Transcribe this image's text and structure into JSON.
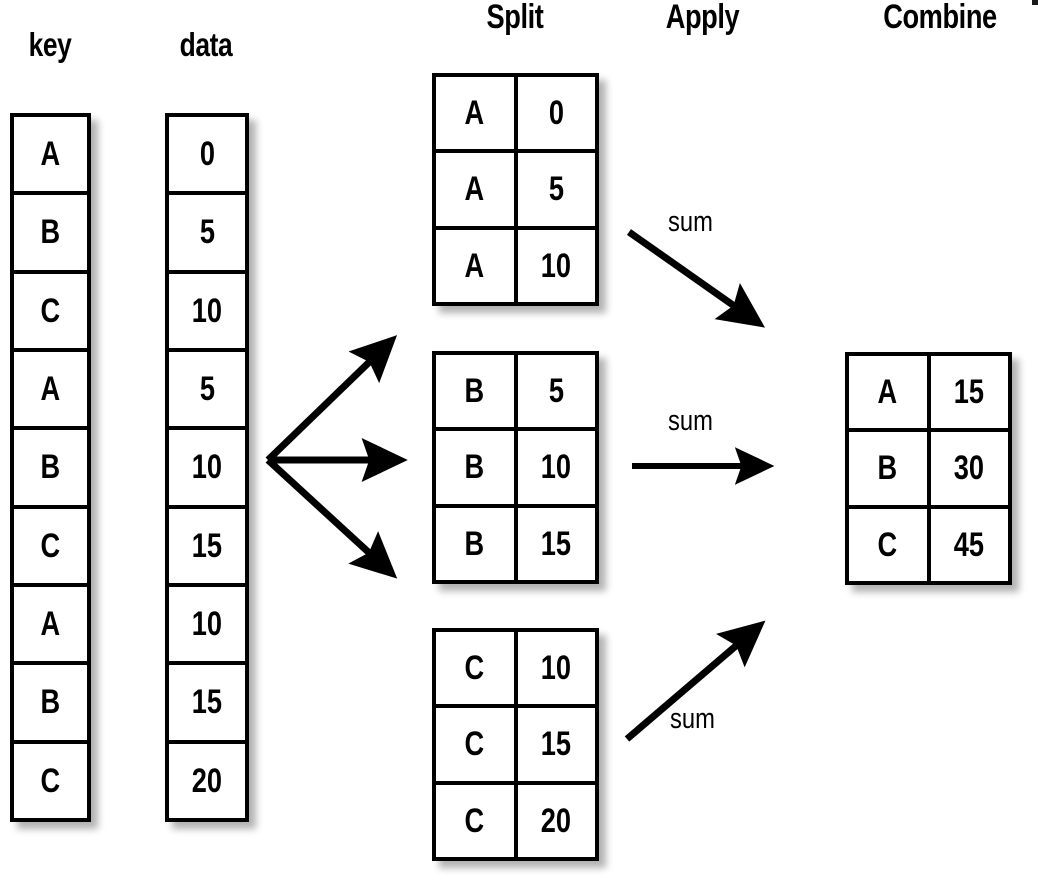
{
  "headings": {
    "key": "key",
    "data": "data",
    "split": "Split",
    "apply": "Apply",
    "combine": "Combine"
  },
  "key_column": {
    "label": "key",
    "values": [
      "A",
      "B",
      "C",
      "A",
      "B",
      "C",
      "A",
      "B",
      "C"
    ]
  },
  "data_column": {
    "label": "data",
    "values": [
      "0",
      "5",
      "10",
      "5",
      "10",
      "15",
      "10",
      "15",
      "20"
    ]
  },
  "split_tables": [
    {
      "group": "A",
      "rows": [
        {
          "key": "A",
          "value": "0"
        },
        {
          "key": "A",
          "value": "5"
        },
        {
          "key": "A",
          "value": "10"
        }
      ]
    },
    {
      "group": "B",
      "rows": [
        {
          "key": "B",
          "value": "5"
        },
        {
          "key": "B",
          "value": "10"
        },
        {
          "key": "B",
          "value": "15"
        }
      ]
    },
    {
      "group": "C",
      "rows": [
        {
          "key": "C",
          "value": "10"
        },
        {
          "key": "C",
          "value": "15"
        },
        {
          "key": "C",
          "value": "20"
        }
      ]
    }
  ],
  "apply_labels": [
    "sum",
    "sum",
    "sum"
  ],
  "combine_table": {
    "rows": [
      {
        "key": "A",
        "value": "15"
      },
      {
        "key": "B",
        "value": "30"
      },
      {
        "key": "C",
        "value": "45"
      }
    ]
  },
  "colors": {
    "ink": "#000000",
    "background": "#ffffff",
    "shadow": "rgba(0,0,0,0.30)"
  }
}
